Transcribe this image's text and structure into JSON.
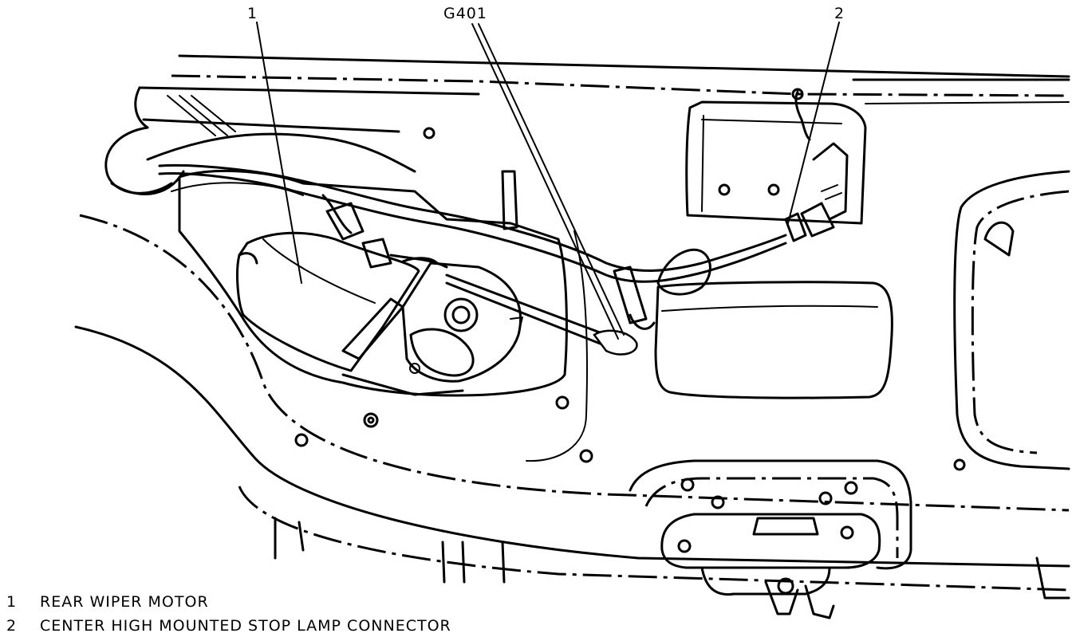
{
  "callouts": [
    {
      "id": "1",
      "text": "1"
    },
    {
      "id": "g401",
      "text": "G401"
    },
    {
      "id": "2",
      "text": "2"
    }
  ],
  "legend": [
    {
      "number": "1",
      "text": "REAR WIPER MOTOR"
    },
    {
      "number": "2",
      "text": "CENTER HIGH MOUNTED STOP LAMP CONNECTOR"
    }
  ]
}
